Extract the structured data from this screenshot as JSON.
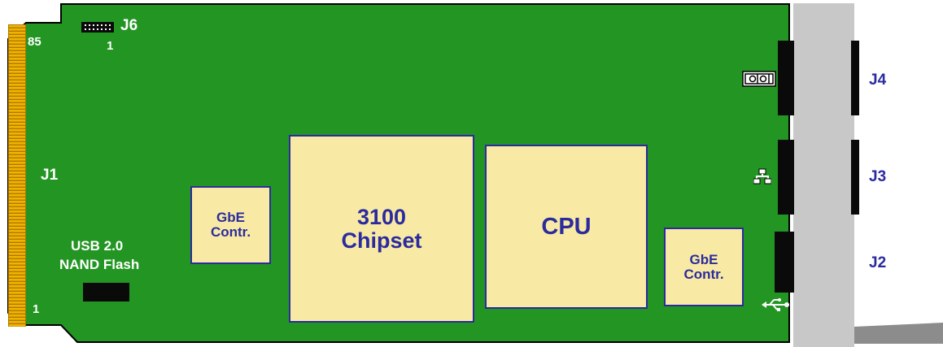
{
  "connectors": {
    "j1": "J1",
    "j1_pin_top": "85",
    "j1_pin_bottom": "1",
    "j6": "J6",
    "j6_pin": "1",
    "j4": "J4",
    "j3": "J3",
    "j2": "J2"
  },
  "components": {
    "usb_flash_line1": "USB 2.0",
    "usb_flash_line2": "NAND Flash",
    "gbe_left_line1": "GbE",
    "gbe_left_line2": "Contr.",
    "chipset_line1": "3100",
    "chipset_line2": "Chipset",
    "cpu": "CPU",
    "gbe_right_line1": "GbE",
    "gbe_right_line2": "Contr."
  },
  "icons": {
    "j4": "serial-port-icon",
    "j3": "network-icon",
    "j2": "usb-icon"
  },
  "colors": {
    "pcb": "#239523",
    "chip_fill": "#f8eaa4",
    "chip_text": "#2b2b9e",
    "gold_contacts": "#f0b400",
    "front_panel": "#c8c8c8",
    "connector": "#0a0a0a"
  }
}
